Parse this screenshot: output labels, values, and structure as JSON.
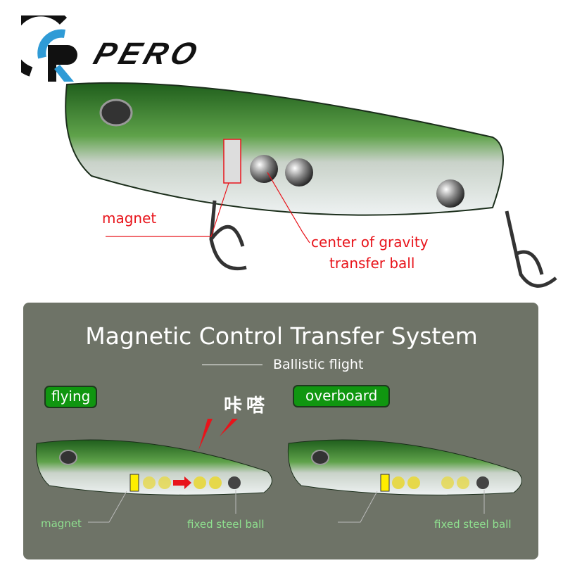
{
  "logo": {
    "brand": "PERO",
    "mark": "PR",
    "colors": {
      "black": "#111111",
      "blue": "#2f9bd6"
    }
  },
  "top_labels": {
    "magnet": "magnet",
    "ball_line1": "center of gravity",
    "ball_line2": "transfer ball"
  },
  "panel": {
    "title": "Magnetic Control Transfer System",
    "subtitle": "Ballistic flight",
    "states": [
      {
        "label": "flying",
        "magnet_label": "magnet",
        "ball_label": "fixed steel ball"
      },
      {
        "label": "overboard",
        "ball_label": "fixed steel ball"
      }
    ],
    "click_sound": "咔嗒"
  },
  "colors": {
    "accent_red": "#e8141b",
    "badge_green": "#109610",
    "panel_bg": "#6e7367",
    "lure_green": "#2f7a2a"
  }
}
